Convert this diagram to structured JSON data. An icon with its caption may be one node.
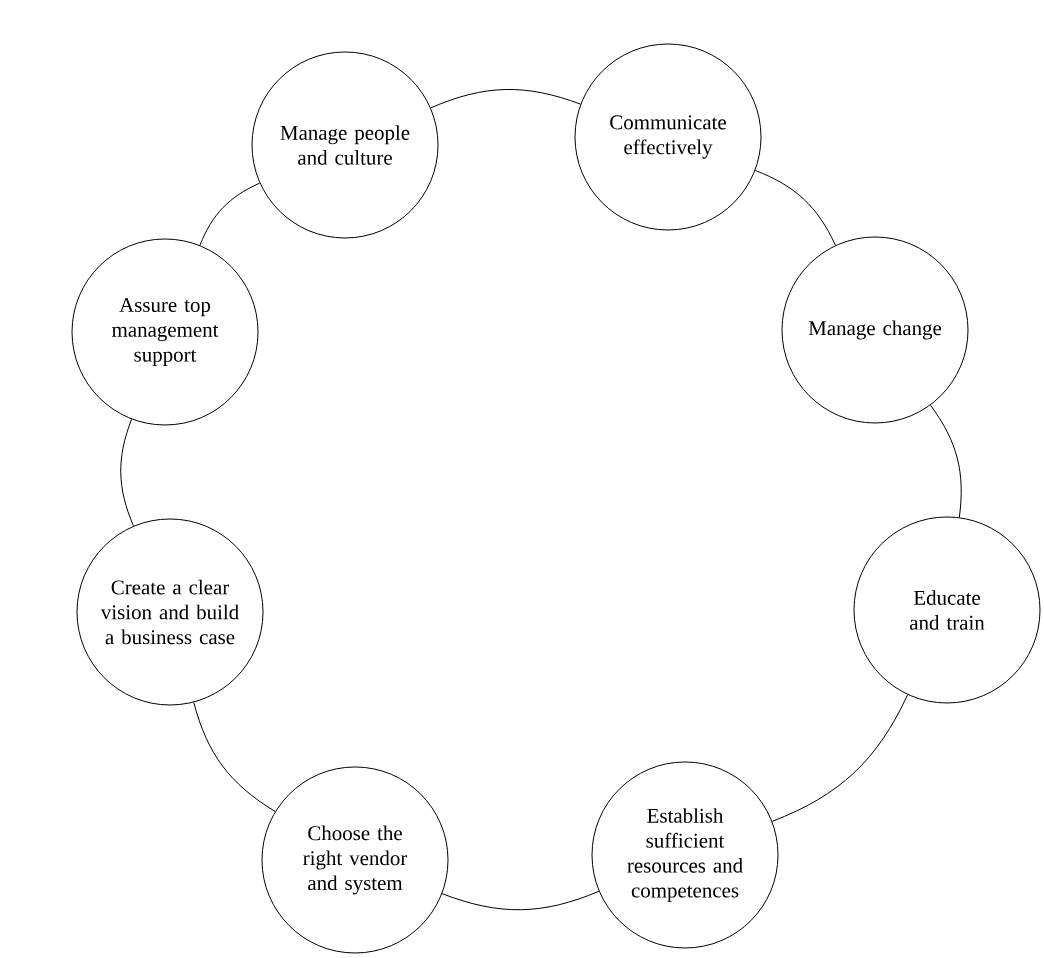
{
  "diagram": {
    "nodes": [
      {
        "text": [
          "Manage people and culture"
        ]
      },
      {
        "text": [
          "Communicate effectively"
        ]
      },
      {
        "text": [
          "Manage change"
        ]
      },
      {
        "text": [
          "Educate and train"
        ]
      },
      {
        "text": [
          "Establish sufficient resources and competences"
        ]
      },
      {
        "text": [
          "Choose the right vendor and system"
        ]
      },
      {
        "text": [
          "Create a clear vision and build a business case"
        ]
      },
      {
        "text": [
          "Assure top management support"
        ]
      }
    ],
    "edges": [
      {
        "from": 0,
        "to": 1,
        "arrow": "none"
      },
      {
        "from": 1,
        "to": 2,
        "arrow": "none"
      },
      {
        "from": 2,
        "to": 3,
        "arrow": "none"
      },
      {
        "from": 3,
        "to": 4,
        "arrow": "none"
      },
      {
        "from": 4,
        "to": 5,
        "arrow": "none"
      },
      {
        "from": 5,
        "to": 6,
        "arrow": "none"
      },
      {
        "from": 6,
        "to": 7,
        "arrow": "none"
      },
      {
        "from": 7,
        "to": 0,
        "arrow": "none"
      }
    ]
  }
}
